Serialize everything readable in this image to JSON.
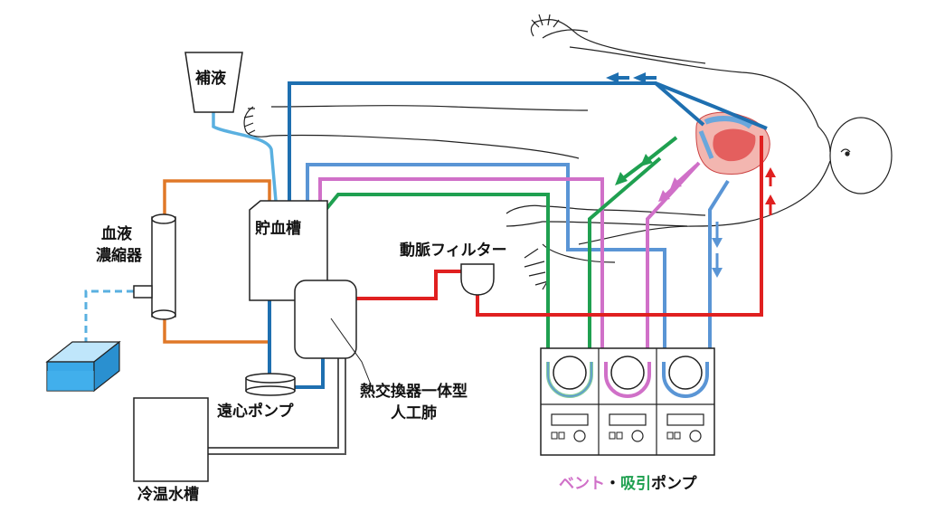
{
  "labels": {
    "hoeki": "補液",
    "ketsueki": "血液",
    "noshukuki": "濃縮器",
    "chokesso": "貯血槽",
    "enshin_pump": "遠心ポンプ",
    "netsu_1": "熱交換器一体型",
    "netsu_2": "人工肺",
    "doumyaku_filter": "動脈フィルター",
    "reion_suiso": "冷温水槽",
    "vent": "ベント",
    "dot": "・",
    "kyuin": "吸引",
    "pump_suffix": "ポンプ"
  },
  "colors": {
    "venous": "#1e6fb0",
    "venous_light": "#4a8fd0",
    "arterial": "#e02020",
    "vent": "#d070c8",
    "suction": "#1fa050",
    "concentrator": "#e07828",
    "fluid": "#5ab0e0",
    "water_tank": "#3aa8e8",
    "gray": "#777777",
    "body_outline": "#222222"
  },
  "icons": [
    "heart-icon",
    "arrow-icon",
    "roller-pump-icon"
  ]
}
